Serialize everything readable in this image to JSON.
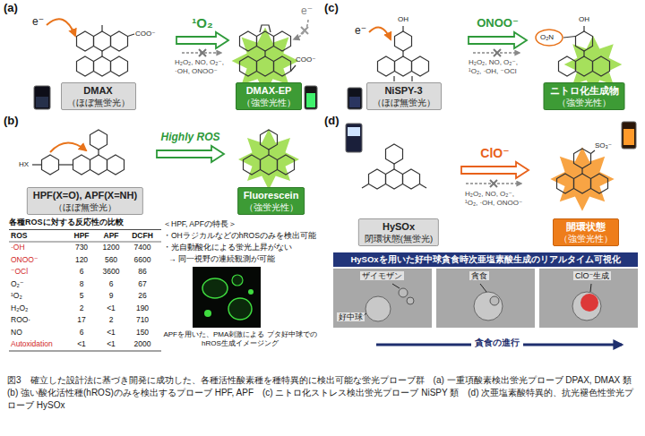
{
  "diagram": {
    "caption": "図3　確立した設計法に基づき開発に成功した、各種活性酸素種を種特異的に検出可能な蛍光プローブ群　(a) 一重項酸素検出蛍光プローブ DPAX, DMAX 類　(b) 強い酸化活性種(hROS)のみを検出するプローブ HPF, APF　(c) ニトロ化ストレス検出蛍光プローブ NiSPY 類　(d) 次亜塩素酸特異的、抗光褪色性蛍光プローブ HySOx",
    "nodes": [
      {
        "text": [
          "DMAX",
          "（ほぼ無蛍光）"
        ]
      },
      {
        "text": [
          "DMAX-EP",
          "（強蛍光性）"
        ]
      },
      {
        "text": [
          "NiSPY-3",
          "（ほぼ無蛍光）"
        ]
      },
      {
        "text": [
          "ニトロ化生成物",
          "（強蛍光性）"
        ]
      },
      {
        "text": [
          "HPF(X=O), APF(X=NH)",
          "（ほぼ無蛍光）"
        ]
      },
      {
        "text": [
          "Fluorescein",
          "（強蛍光性）"
        ]
      },
      {
        "text": [
          "HySOx",
          "閉環状態(無蛍光)"
        ]
      },
      {
        "text": [
          "開環状態",
          "（強蛍光性）"
        ]
      },
      {
        "text": [
          "HySOxを用いた好中球貪食時次亜塩素酸生成のリアルタイム可視化"
        ]
      }
    ],
    "edges": [
      {
        "from": 0,
        "to": 1,
        "label": "¹O₂",
        "arrow": "to"
      },
      {
        "from": 2,
        "to": 3,
        "label": "ONOO⁻",
        "arrow": "to"
      },
      {
        "from": 4,
        "to": 5,
        "label": "Highly ROS",
        "arrow": "to"
      },
      {
        "from": 6,
        "to": 7,
        "label": "ClO⁻",
        "arrow": "to"
      }
    ],
    "labels": [
      "(a)",
      "e⁻",
      "e⁻",
      "COO⁻",
      "COO⁻",
      "H₂O₂, NO, O₂⁻, ·OH, ONOO⁻",
      "(c)",
      "e⁻",
      "OH",
      "OH",
      "O₂N",
      "H₂O₂, NO, O₂⁻, ¹O₂, ·OH, ⁻OCl",
      "(b)",
      "HX",
      "各種ROSに対する反応性の比較",
      "ROS",
      "HPF",
      "APF",
      "DCFH",
      "·OH",
      "730",
      "1200",
      "7400",
      "ONOO⁻",
      "120",
      "560",
      "6600",
      "⁻OCl",
      "6",
      "3600",
      "86",
      "O₂⁻",
      "8",
      "6",
      "67",
      "¹O₂",
      "5",
      "9",
      "26",
      "H₂O₂",
      "2",
      "<1",
      "190",
      "ROO·",
      "17",
      "2",
      "710",
      "NO",
      "6",
      "<1",
      "150",
      "Autoxidation",
      "<1",
      "<1",
      "2000",
      "＜HPF, APFの特長＞",
      "・OHラジカルなどのhROSのみを検出可能",
      "・光自動酸化による蛍光上昇がない",
      "→ 同一視野の連続観測が可能",
      "APFを用いた、PMA刺激による ブタ好中球でのhROS生成イメージング",
      "(d)",
      "SO₃⁻",
      "H₂O₂, NO, O₂⁻, ¹O₂, ·OH, ONOO⁻",
      "ザイモザン",
      "好中球",
      "貪食",
      "ClO⁻生成",
      "貪食の進行"
    ]
  }
}
